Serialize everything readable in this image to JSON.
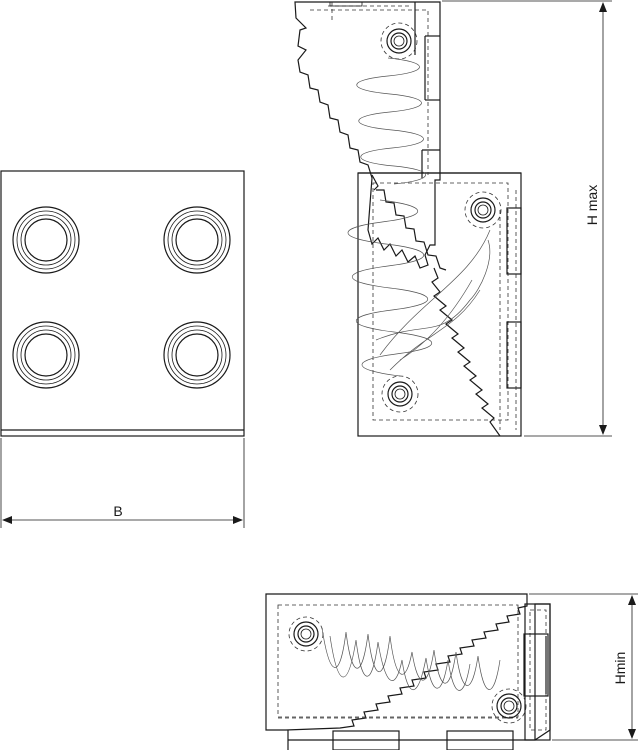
{
  "labels": {
    "width": "B",
    "height_max": "H max",
    "height_min": "Hmin"
  }
}
